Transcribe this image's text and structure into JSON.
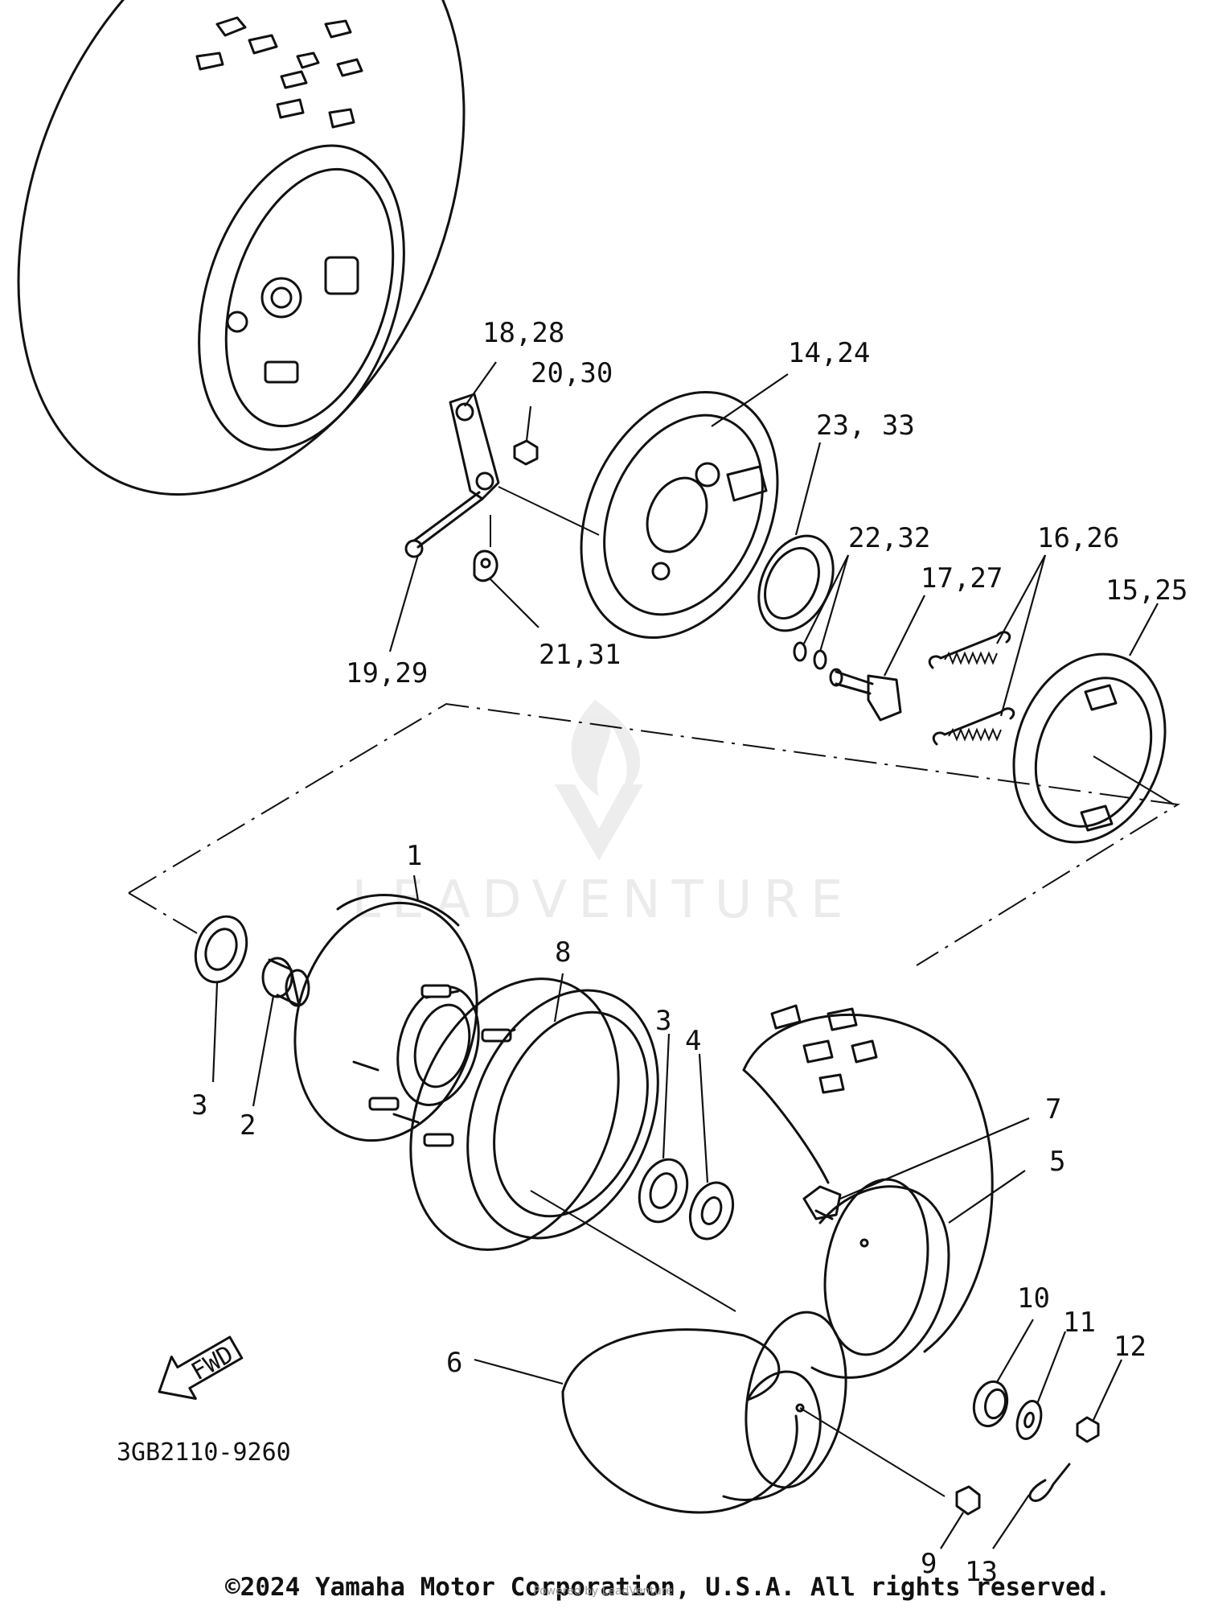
{
  "labels": {
    "p1": "1",
    "p2": "2",
    "p3a": "3",
    "p3b": "3",
    "p4": "4",
    "p5": "5",
    "p6": "6",
    "p7": "7",
    "p8": "8",
    "p9": "9",
    "p10": "10",
    "p11": "11",
    "p12": "12",
    "p13": "13",
    "p14": "14,24",
    "p15": "15,25",
    "p16": "16,26",
    "p17": "17,27",
    "p18": "18,28",
    "p19": "19,29",
    "p20": "20,30",
    "p21": "21,31",
    "p22": "22,32",
    "p23": "23, 33"
  },
  "fwd_text": "FWD",
  "diagram_code": "3GB2110-9260",
  "watermark": "LEADVENTURE",
  "copyright": "©2024 Yamaha Motor Corporation, U.S.A. All rights reserved.",
  "powered": "Powered by LeadVenture"
}
